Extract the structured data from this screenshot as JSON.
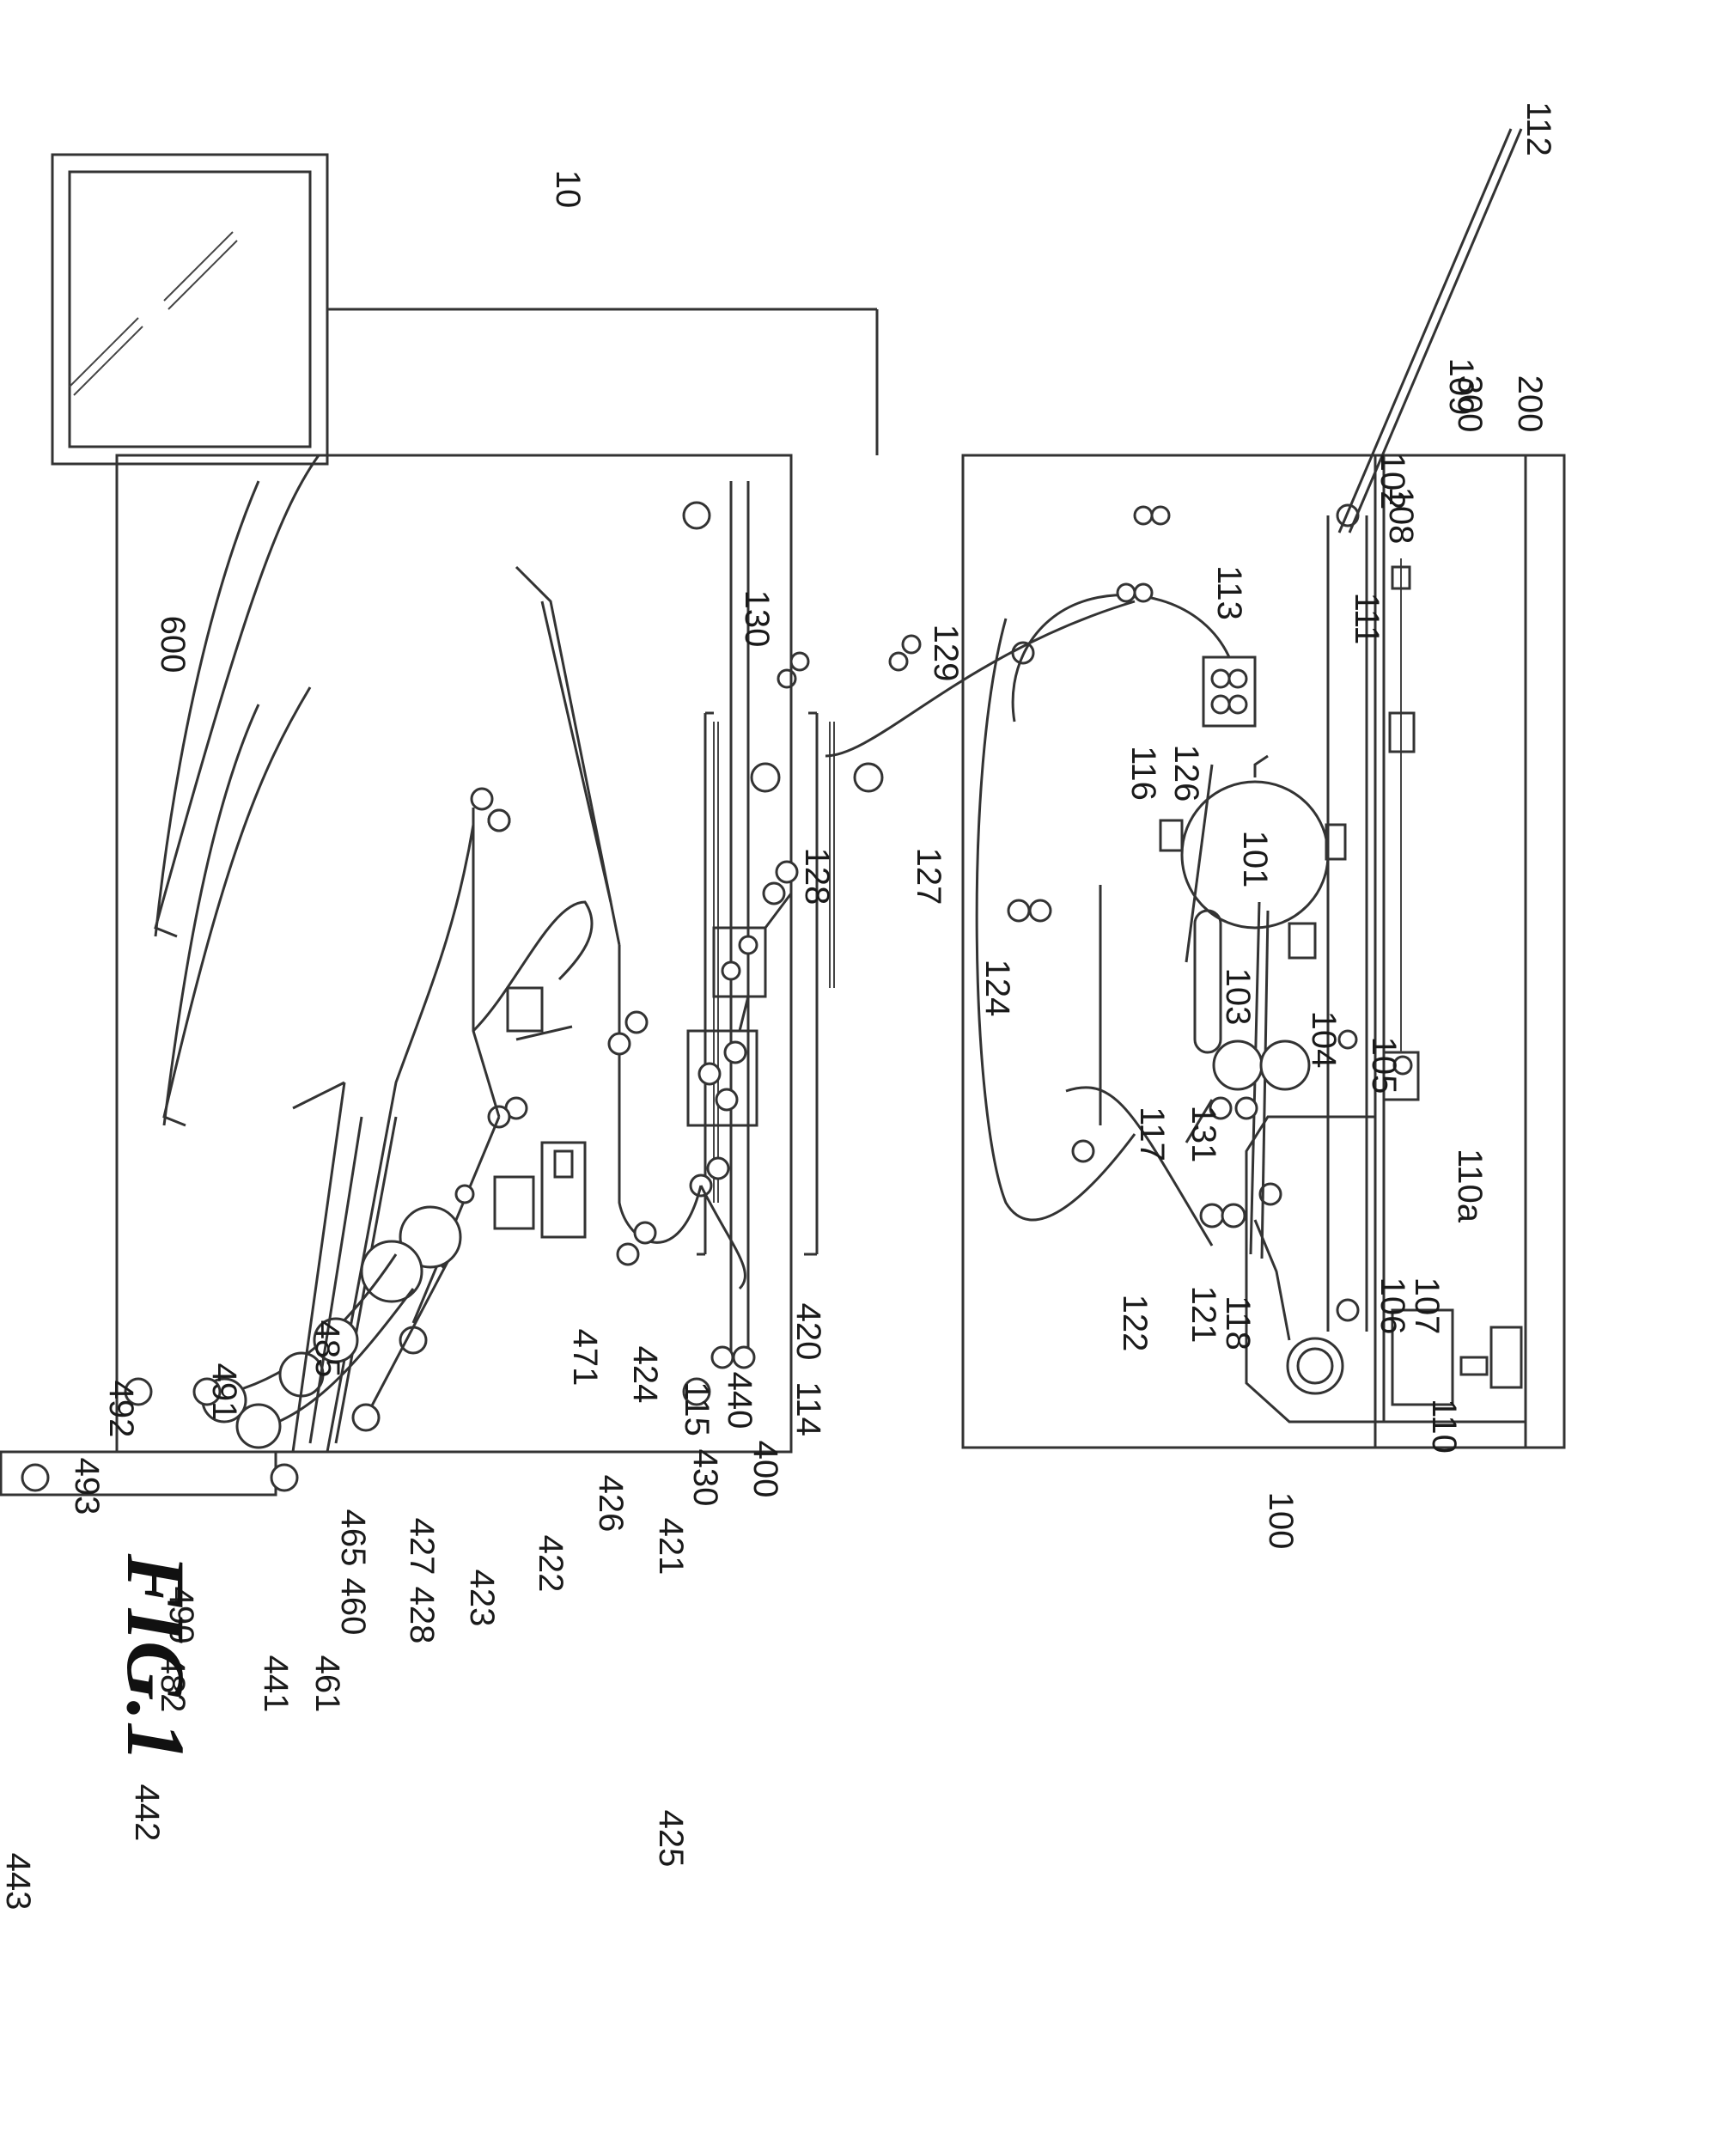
{
  "figure": {
    "title": "FIG.1",
    "labels": {
      "l10": "10",
      "l100": "100",
      "l101": "101",
      "l102": "102",
      "l103": "103",
      "l104": "104",
      "l105": "105",
      "l106": "106",
      "l107": "107",
      "l108": "108",
      "l109": "109",
      "l110": "110",
      "l110a": "110a",
      "l111": "111",
      "l112": "112",
      "l113": "113",
      "l114": "114",
      "l115": "115",
      "l116": "116",
      "l117": "117",
      "l118": "118",
      "l121": "121",
      "l122": "122",
      "l124": "124",
      "l126": "126",
      "l127": "127",
      "l128": "128",
      "l129": "129",
      "l130": "130",
      "l131": "131",
      "l200": "200",
      "l300": "300",
      "l400": "400",
      "l420": "420",
      "l421": "421",
      "l422": "422",
      "l423": "423",
      "l424": "424",
      "l425": "425",
      "l426": "426",
      "l427": "427",
      "l428": "428",
      "l430": "430",
      "l440": "440",
      "l441": "441",
      "l442": "442",
      "l443": "443",
      "l460": "460",
      "l461": "461",
      "l465": "465",
      "l471": "471",
      "l482": "482",
      "l485": "485",
      "l490": "490",
      "l491": "491",
      "l492": "492",
      "l493": "493",
      "l600": "600"
    }
  }
}
